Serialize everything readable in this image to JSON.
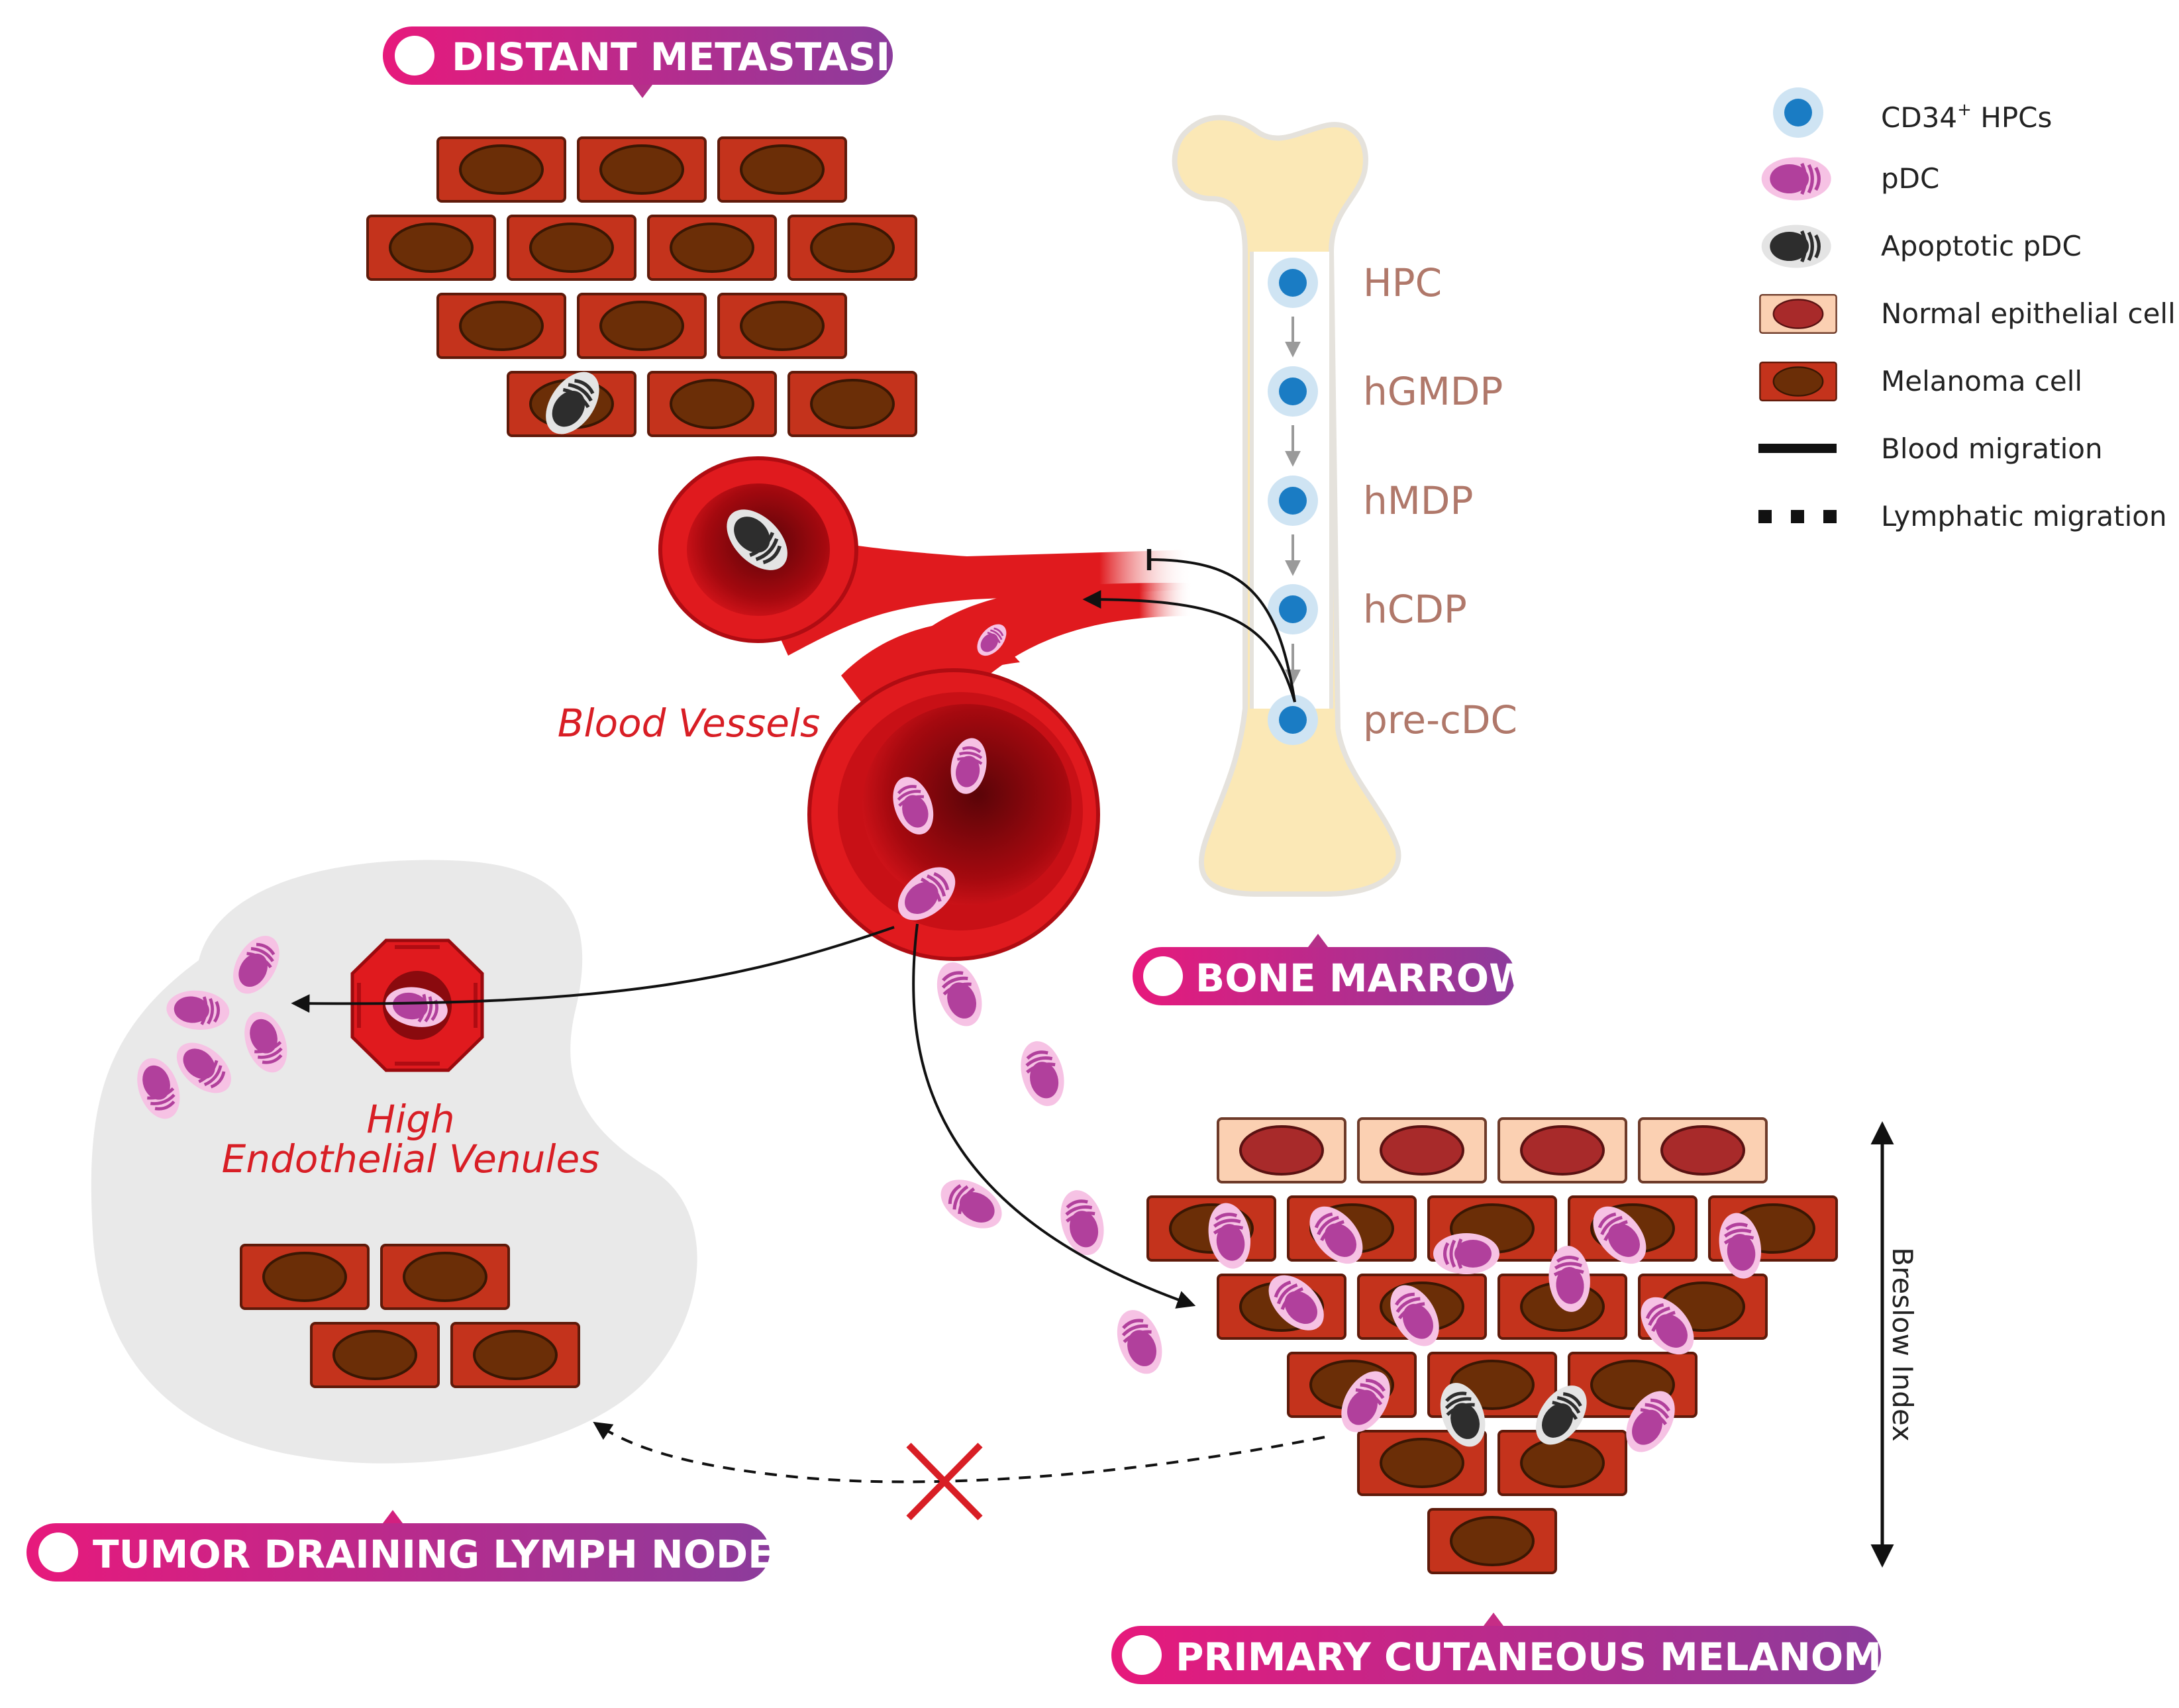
{
  "labels": {
    "distant_metastasis": "DISTANT METASTASIS",
    "bone_marrow": "BONE MARROW",
    "tumor_draining_lymph_nodes": "TUMOR DRAINING LYMPH NODES",
    "primary_cutaneous_melanoma": "PRIMARY CUTANEOUS MELANOMA",
    "blood_vessels": "Blood Vessels",
    "hev_line1": "High",
    "hev_line2": "Endothelial Venules",
    "breslow_index": "Breslow Index"
  },
  "stages": [
    "HPC",
    "hGMDP",
    "hMDP",
    "hCDP",
    "pre-cDC"
  ],
  "legend": {
    "hpc_prefix": "CD34",
    "hpc_sup": "+",
    "hpc_suffix": " HPCs",
    "pdc": "pDC",
    "apoptotic_pdc": "Apoptotic pDC",
    "normal_epithelial": "Normal epithelial cell",
    "melanoma": "Melanoma cell",
    "blood_migration": "Blood migration",
    "lymphatic_migration": "Lymphatic migration"
  },
  "colors": {
    "banner_start": "#e7197c",
    "banner_end": "#8c3c9c",
    "melanoma_fill": "#c4331c",
    "melanoma_nucleus": "#6b2e07",
    "normal_fill": "#fbd0b2",
    "normal_nucleus": "#a82a2a",
    "pdc": "#b1409c",
    "pdc_halo": "#f6c2e4",
    "hpc": "#1a7cc4",
    "hpc_halo": "#cfe4f3",
    "bone": "#fbe8b6",
    "vessel": "#e01a1e",
    "hev_text": "#d81e25",
    "lymph_node": "#e9e9e9",
    "stage_text": "#b0786a"
  }
}
